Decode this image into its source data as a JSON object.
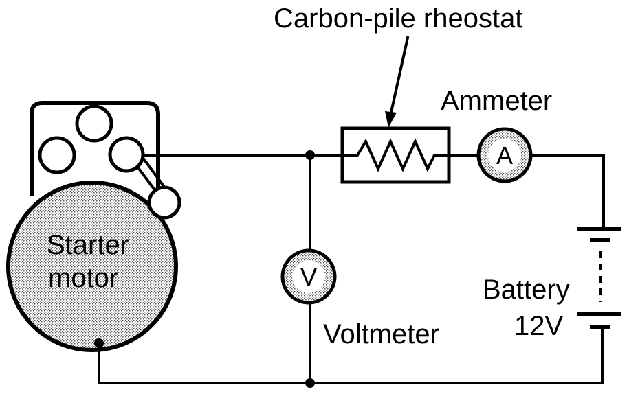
{
  "labels": {
    "rheostat": "Carbon-pile rheostat",
    "ammeter": "Ammeter",
    "starter_line1": "Starter",
    "starter_line2": "motor",
    "voltmeter": "Voltmeter",
    "battery": "Battery",
    "battery_voltage": "12V"
  },
  "symbols": {
    "voltmeter": "V",
    "ammeter": "A"
  },
  "colors": {
    "ink": "#000000",
    "paper": "#ffffff",
    "shading": "#d9d9d9"
  }
}
